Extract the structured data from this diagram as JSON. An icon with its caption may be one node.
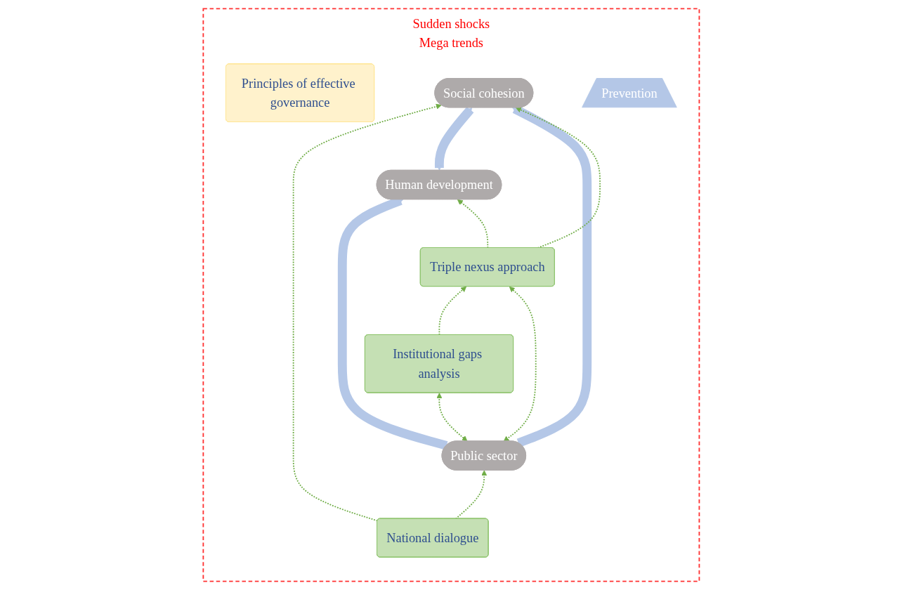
{
  "diagram": {
    "nodes": [
      {
        "text": [
          "Sudden shocks",
          "Mega trends"
        ]
      },
      {
        "text": [
          "Social cohesion"
        ],
        "in": 0
      },
      {
        "text": [
          "National dialogue"
        ],
        "in": 0
      },
      {
        "text": [
          "Principles of effective governance"
        ],
        "in": 0
      },
      {
        "text": [
          "Prevention"
        ],
        "in": 0
      },
      {
        "text": [
          "Human development"
        ],
        "in": 0
      },
      {
        "text": [
          "Public sector"
        ],
        "in": 0
      },
      {
        "text": [
          "Triple nexus approach"
        ],
        "in": 0
      },
      {
        "text": [
          "Institutional gaps analysis"
        ],
        "in": 0
      }
    ],
    "edges": [
      {
        "from": 2,
        "to": 1,
        "arrow": "to",
        "style": "dashed"
      },
      {
        "from": 2,
        "to": 6,
        "arrow": "to",
        "style": "dashed"
      },
      {
        "from": 5,
        "to": 1,
        "arrow": "both",
        "style": "thick",
        "color": "#b4c7e7"
      },
      {
        "from": 6,
        "to": 1,
        "arrow": "to",
        "style": "thick",
        "color": "#b4c7e7"
      },
      {
        "from": 6,
        "to": 5,
        "arrow": "to",
        "style": "thick",
        "color": "#b4c7e7"
      },
      {
        "from": 7,
        "to": 1,
        "arrow": "to",
        "style": "dashed"
      },
      {
        "from": 7,
        "to": 5,
        "arrow": "to",
        "style": "dashed"
      },
      {
        "from": 7,
        "to": 6,
        "arrow": "both",
        "style": "dashed"
      },
      {
        "from": 6,
        "to": 8,
        "arrow": "both",
        "style": "dashed"
      },
      {
        "from": 8,
        "to": 7,
        "arrow": "to",
        "style": "dashed"
      }
    ]
  }
}
